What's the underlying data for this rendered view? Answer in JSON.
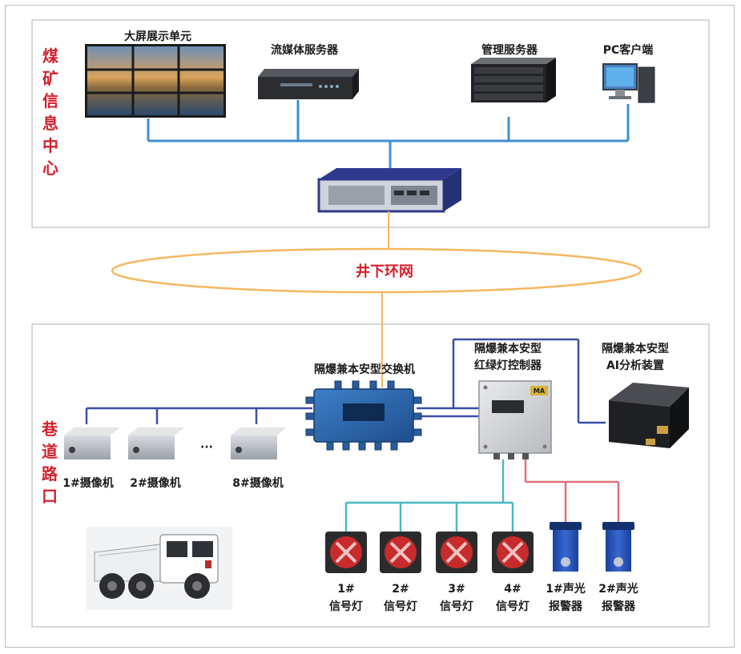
{
  "colors": {
    "blue_line": "#3f8fcf",
    "orange_line": "#f4b860",
    "navy_line": "#3b4fa8",
    "teal_line": "#4cb8c4",
    "pink_line": "#e0707a",
    "red_text": "#d4202c",
    "panel_border": "#bdbdbd"
  },
  "top_section": {
    "title": "煤矿信息中心",
    "devices": [
      {
        "id": "video_wall",
        "label": "大屏展示单元",
        "icon": "video-wall-icon"
      },
      {
        "id": "stream_server",
        "label": "流媒体服务器",
        "icon": "dvr-server-icon"
      },
      {
        "id": "mgmt_server",
        "label": "管理服务器",
        "icon": "rack-server-icon"
      },
      {
        "id": "pc_client",
        "label": "PC客户端",
        "icon": "desktop-computer-icon"
      }
    ],
    "core_switch_icon": "core-switch-icon"
  },
  "ring": {
    "label": "井下环网"
  },
  "bottom_section": {
    "title": "巷道路口",
    "switch_label": "隔爆兼本安型交换机",
    "controller_label": [
      "隔爆兼本安型",
      "红绿灯控制器"
    ],
    "ai_label": [
      "隔爆兼本安型",
      "AI分析装置"
    ],
    "controller_badge": "MA",
    "cameras": [
      {
        "label": "1#摄像机"
      },
      {
        "label": "2#摄像机"
      },
      {
        "label": "8#摄像机"
      }
    ],
    "ellipsis": "···",
    "signals": [
      {
        "num": "1#",
        "label": "信号灯"
      },
      {
        "num": "2#",
        "label": "信号灯"
      },
      {
        "num": "3#",
        "label": "信号灯"
      },
      {
        "num": "4#",
        "label": "信号灯"
      }
    ],
    "alarms": [
      {
        "num": "1#声光",
        "label": "报警器"
      },
      {
        "num": "2#声光",
        "label": "报警器"
      }
    ],
    "vehicle_icon": "mine-truck-icon"
  }
}
